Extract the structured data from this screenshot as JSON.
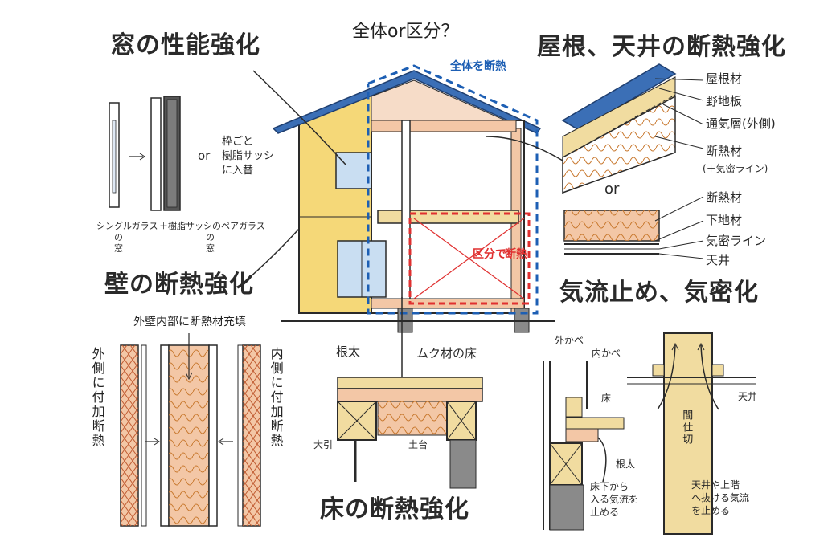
{
  "titles": {
    "window": "窓の性能強化",
    "roof": "屋根、天井の断熱強化",
    "wall": "壁の断熱強化",
    "floor": "床の断熱強化",
    "airflow": "気流止め、気密化",
    "question": "全体or区分？"
  },
  "house": {
    "whole_label": "全体を断熱",
    "section_label_a": "区分で",
    "section_label_b": "断熱"
  },
  "window_section": {
    "or": "or",
    "replace_note": [
      "枠ごと",
      "樹脂サッシ",
      "に入替"
    ],
    "single_glass_label": [
      "シングルガラス",
      "の",
      "窓"
    ],
    "pair_glass_label": [
      "＋樹脂サッシのペアガラス",
      "の",
      "窓"
    ]
  },
  "roof_section": {
    "labels": [
      "屋根材",
      "野地板",
      "通気層(外側)",
      "断熱材",
      "(＋気密ライン)"
    ],
    "or": "or",
    "ceiling_labels": [
      "断熱材",
      "下地材",
      "気密ライン",
      "天井"
    ]
  },
  "wall_section": {
    "fill_label": "外壁内部に断熱材充填",
    "outside_label": "外側に付加断熱",
    "inside_label": "内側に付加断熱"
  },
  "floor_section": {
    "neta": "根太",
    "solid_floor": "ムク材の床",
    "obiki": "大引",
    "dodai": "土台"
  },
  "airflow_section": {
    "outer_wall": "外かべ",
    "inner_wall": "内かべ",
    "floor": "床",
    "neta": "根太",
    "under_floor_note": [
      "床下から",
      "入る気流を",
      "止める"
    ],
    "ceiling": "天井",
    "partition": "間仕切",
    "upper_note": [
      "天井や上階",
      "へ抜ける気流",
      "を止める"
    ]
  },
  "colors": {
    "ink": "#2a2a2a",
    "wall_yellow": "#f5d878",
    "insulation_pink": "#f3c7a6",
    "wood": "#f1dca0",
    "dashed_blue": "#1d5fb4",
    "dashed_red": "#e03030",
    "roof_blue": "#3b6fb6",
    "glass": "#c9def2",
    "foundation_gray": "#8a8a8a"
  }
}
